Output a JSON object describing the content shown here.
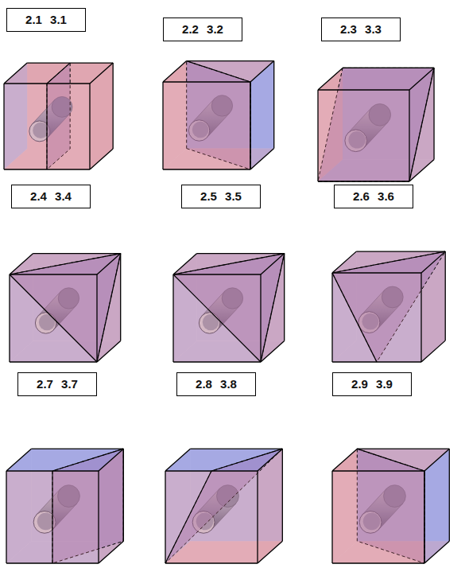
{
  "diagram": {
    "nodes": [
      {
        "text": [
          "2.1 3.1"
        ]
      },
      {
        "text": [
          "2.2 3.2"
        ]
      },
      {
        "text": [
          "2.3 3.3"
        ]
      },
      {
        "text": [
          "2.4 3.4"
        ]
      },
      {
        "text": [
          "2.5 3.5"
        ]
      },
      {
        "text": [
          "2.6 3.6"
        ]
      },
      {
        "text": [
          "2.7 3.7"
        ]
      },
      {
        "text": [
          "2.8 3.8"
        ]
      },
      {
        "text": [
          "2.9 3.9"
        ]
      }
    ]
  }
}
